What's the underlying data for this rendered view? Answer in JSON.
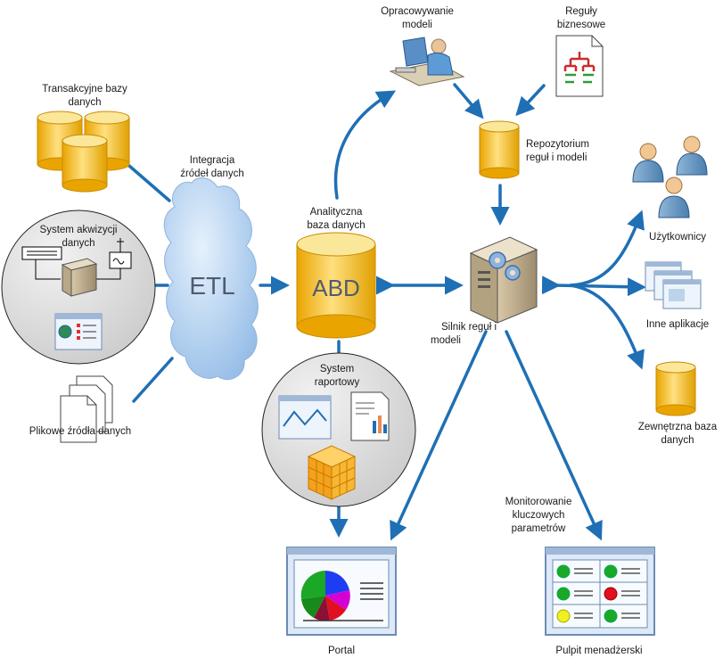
{
  "labels": {
    "transakcyjne_1": "Transakcyjne bazy",
    "transakcyjne_2": "danych",
    "system_akw_1": "System akwizycji",
    "system_akw_2": "danych",
    "plikowe": "Plikowe źródła danych",
    "integracja_1": "Integracja",
    "integracja_2": "źródeł danych",
    "etl": "ETL",
    "analityczna_1": "Analityczna",
    "analityczna_2": "baza danych",
    "abd": "ABD",
    "system_rap_1": "System",
    "system_rap_2": "raportowy",
    "opracowywanie_1": "Opracowywanie",
    "opracowywanie_2": "modeli",
    "reguly_1": "Reguły",
    "reguly_2": "biznesowe",
    "repo_1": "Repozytorium",
    "repo_2": "reguł i modeli",
    "silnik_1": "Silnik reguł i",
    "silnik_2": "modeli",
    "uzytkownicy": "Użytkownicy",
    "inne": "Inne aplikacje",
    "zewn_1": "Zewnętrzna baza",
    "zewn_2": "danych",
    "monit_1": "Monitorowanie",
    "monit_2": "kluczowych",
    "monit_3": "parametrów",
    "portal": "Portal",
    "pulpit": "Pulpit menadżerski"
  },
  "colors": {
    "arrow": "#1f6fb5",
    "cylinder_top": "#fbe79a",
    "cylinder_body": "#f3c23c",
    "cloud": "#a9cbee",
    "gray_circle": "#dcdcdc",
    "window_frame": "#6d8bb5",
    "window_fill": "#dde9f7"
  },
  "icons": [
    "database-icon",
    "server-icon",
    "cloud-icon",
    "user-icon",
    "document-icon",
    "window-icon",
    "cube-icon",
    "pie-chart-icon",
    "dashboard-icon"
  ]
}
